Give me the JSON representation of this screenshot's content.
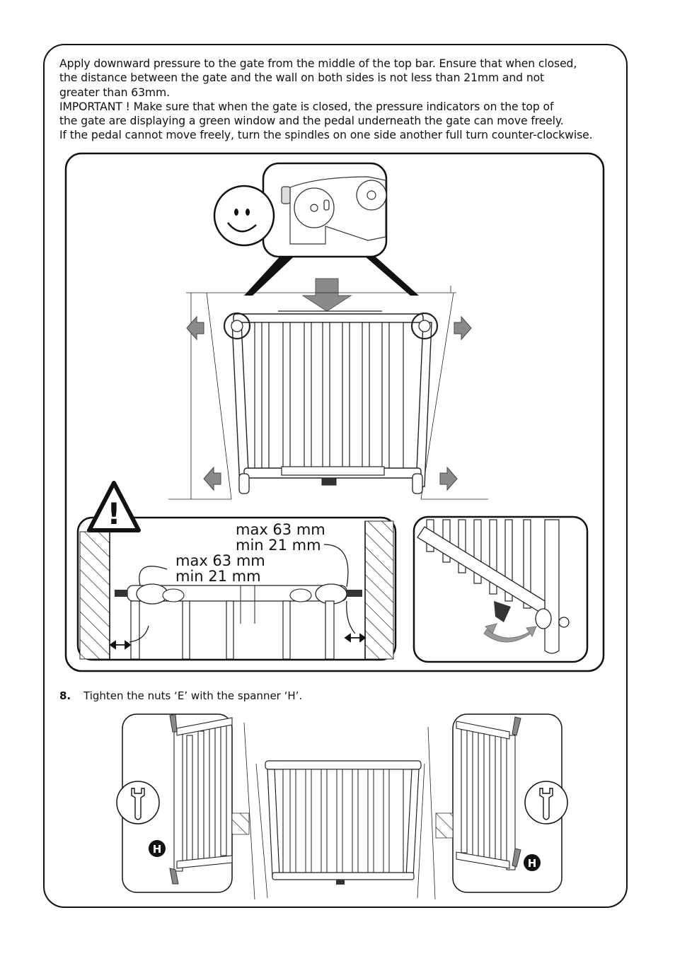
{
  "instructions": {
    "line1": "Apply downward pressure to the gate from the middle of the top bar. Ensure that when closed,",
    "line2": "the distance between the gate and the wall on both sides is not less than 21mm and not",
    "line3": "greater than 63mm.",
    "line4": "IMPORTANT ! Make sure that when the gate is closed, the pressure indicators on the top of",
    "line5": "the gate are displaying a green window and the pedal underneath the gate can move freely.",
    "line6": "If the pedal cannot move freely, turn the spindles on one side another full turn counter-clockwise."
  },
  "warning": {
    "symbol": "!"
  },
  "measurements": {
    "right": {
      "max": "max 63 mm",
      "min": "min 21 mm"
    },
    "left": {
      "max": "max 63 mm",
      "min": "min 21 mm"
    }
  },
  "step8": {
    "number": "8.",
    "text": "Tighten the nuts ‘E’ with the spanner ‘H’."
  },
  "tool_badge": {
    "left": "H",
    "right": "H"
  },
  "icons": [
    "smiley-face-icon",
    "down-arrow-icon",
    "warning-triangle-icon",
    "spanner-icon",
    "rotate-arrow-icon"
  ]
}
